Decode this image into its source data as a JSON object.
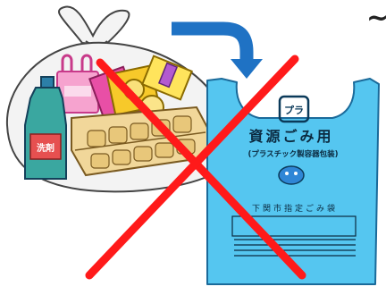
{
  "bag": {
    "mark_label": "プラ",
    "title": "資源ごみ用",
    "subtitle": "(プラスチック製容器包装)",
    "designation": "下関市指定ごみ袋"
  },
  "detergent_label": "洗剤",
  "corner_mark": "~",
  "colors": {
    "bag_blue": "#55c6f0",
    "arrow_blue": "#1f72c4",
    "cross_red": "#ff1a1a"
  }
}
